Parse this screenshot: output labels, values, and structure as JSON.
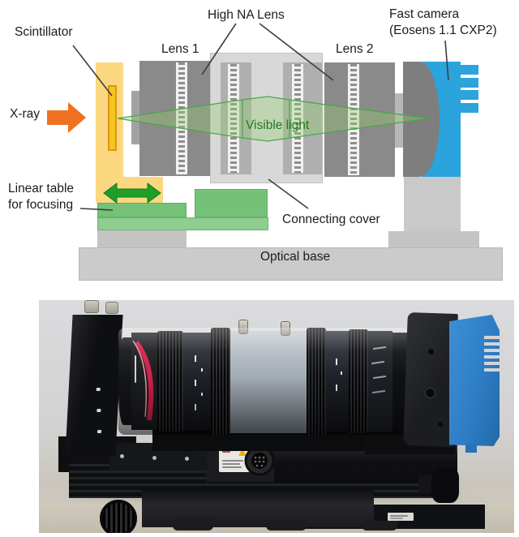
{
  "diagram": {
    "labels": {
      "scintillator": "Scintillator",
      "high_na_lens": "High NA Lens",
      "fast_camera_line1": "Fast camera",
      "fast_camera_line2": "(Eosens 1.1 CXP2)",
      "lens1": "Lens 1",
      "lens2": "Lens 2",
      "xray": "X-ray",
      "visible_light": "Visible light",
      "linear_table_line1": "Linear table",
      "linear_table_line2": "for focusing",
      "connecting_cover": "Connecting cover",
      "optical_base": "Optical base"
    },
    "colors": {
      "xray_arrow": "#F07122",
      "scintillator_fill": "#F6C51E",
      "holder_fill": "#FBD880",
      "beam_stroke": "#4CA64C",
      "beam_fill": "rgba(146,208,110,0.35)",
      "visible_light_text": "#217A21",
      "camera_blue": "#2BA3DC",
      "table_green": "#74C177",
      "arrow_green": "#1F9E29",
      "lens_gray": "#8A8A8A",
      "cover_gray": "#D8D8D8",
      "base_gray": "#CBCBCB"
    }
  },
  "photo": {
    "colors": {
      "photo_camera_blue": "#2E7EC6",
      "photo_tube_gray": "#AEB6BD",
      "photo_wall": "#D6D6D8"
    }
  }
}
